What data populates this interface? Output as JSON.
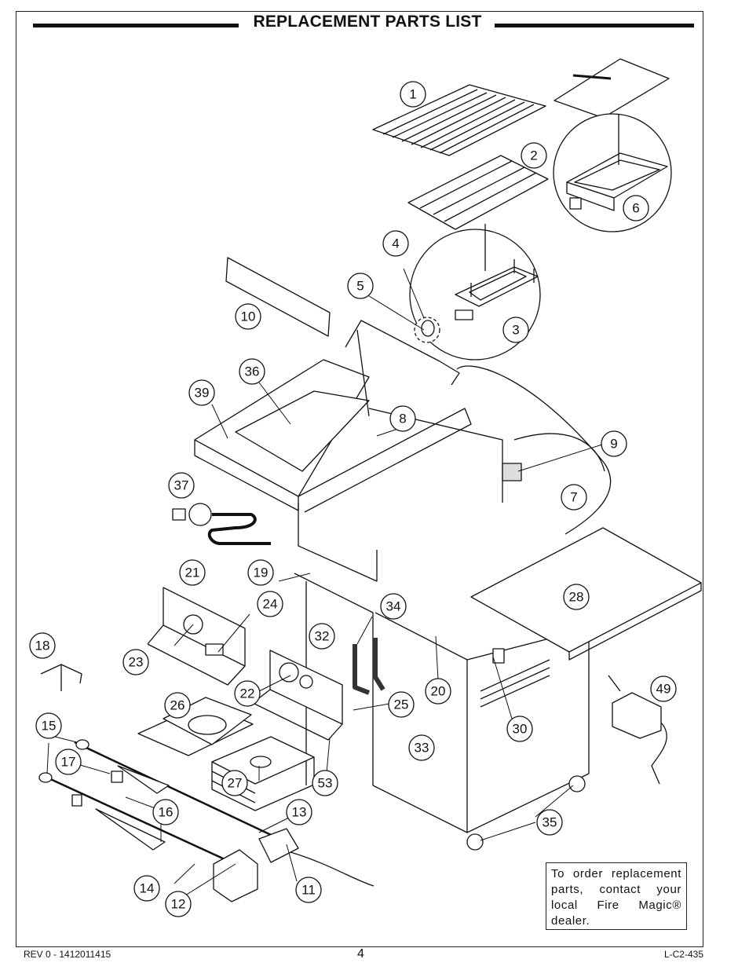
{
  "header": {
    "title": "REPLACEMENT PARTS LIST"
  },
  "callouts": [
    {
      "num": "1"
    },
    {
      "num": "2"
    },
    {
      "num": "3"
    },
    {
      "num": "4"
    },
    {
      "num": "5"
    },
    {
      "num": "6"
    },
    {
      "num": "7"
    },
    {
      "num": "8"
    },
    {
      "num": "9"
    },
    {
      "num": "10"
    },
    {
      "num": "11"
    },
    {
      "num": "12"
    },
    {
      "num": "13"
    },
    {
      "num": "14"
    },
    {
      "num": "15"
    },
    {
      "num": "16"
    },
    {
      "num": "17"
    },
    {
      "num": "18"
    },
    {
      "num": "19"
    },
    {
      "num": "20"
    },
    {
      "num": "21"
    },
    {
      "num": "22"
    },
    {
      "num": "23"
    },
    {
      "num": "24"
    },
    {
      "num": "25"
    },
    {
      "num": "26"
    },
    {
      "num": "27"
    },
    {
      "num": "28"
    },
    {
      "num": "30"
    },
    {
      "num": "32"
    },
    {
      "num": "33"
    },
    {
      "num": "34"
    },
    {
      "num": "35"
    },
    {
      "num": "36"
    },
    {
      "num": "37"
    },
    {
      "num": "39"
    },
    {
      "num": "49"
    },
    {
      "num": "53"
    }
  ],
  "note": {
    "text": "To order replacement parts, contact your local Fire Magic® dealer."
  },
  "footer": {
    "rev": "REV 0 - 1412011415",
    "page": "4",
    "doc_id": "L-C2-435"
  }
}
